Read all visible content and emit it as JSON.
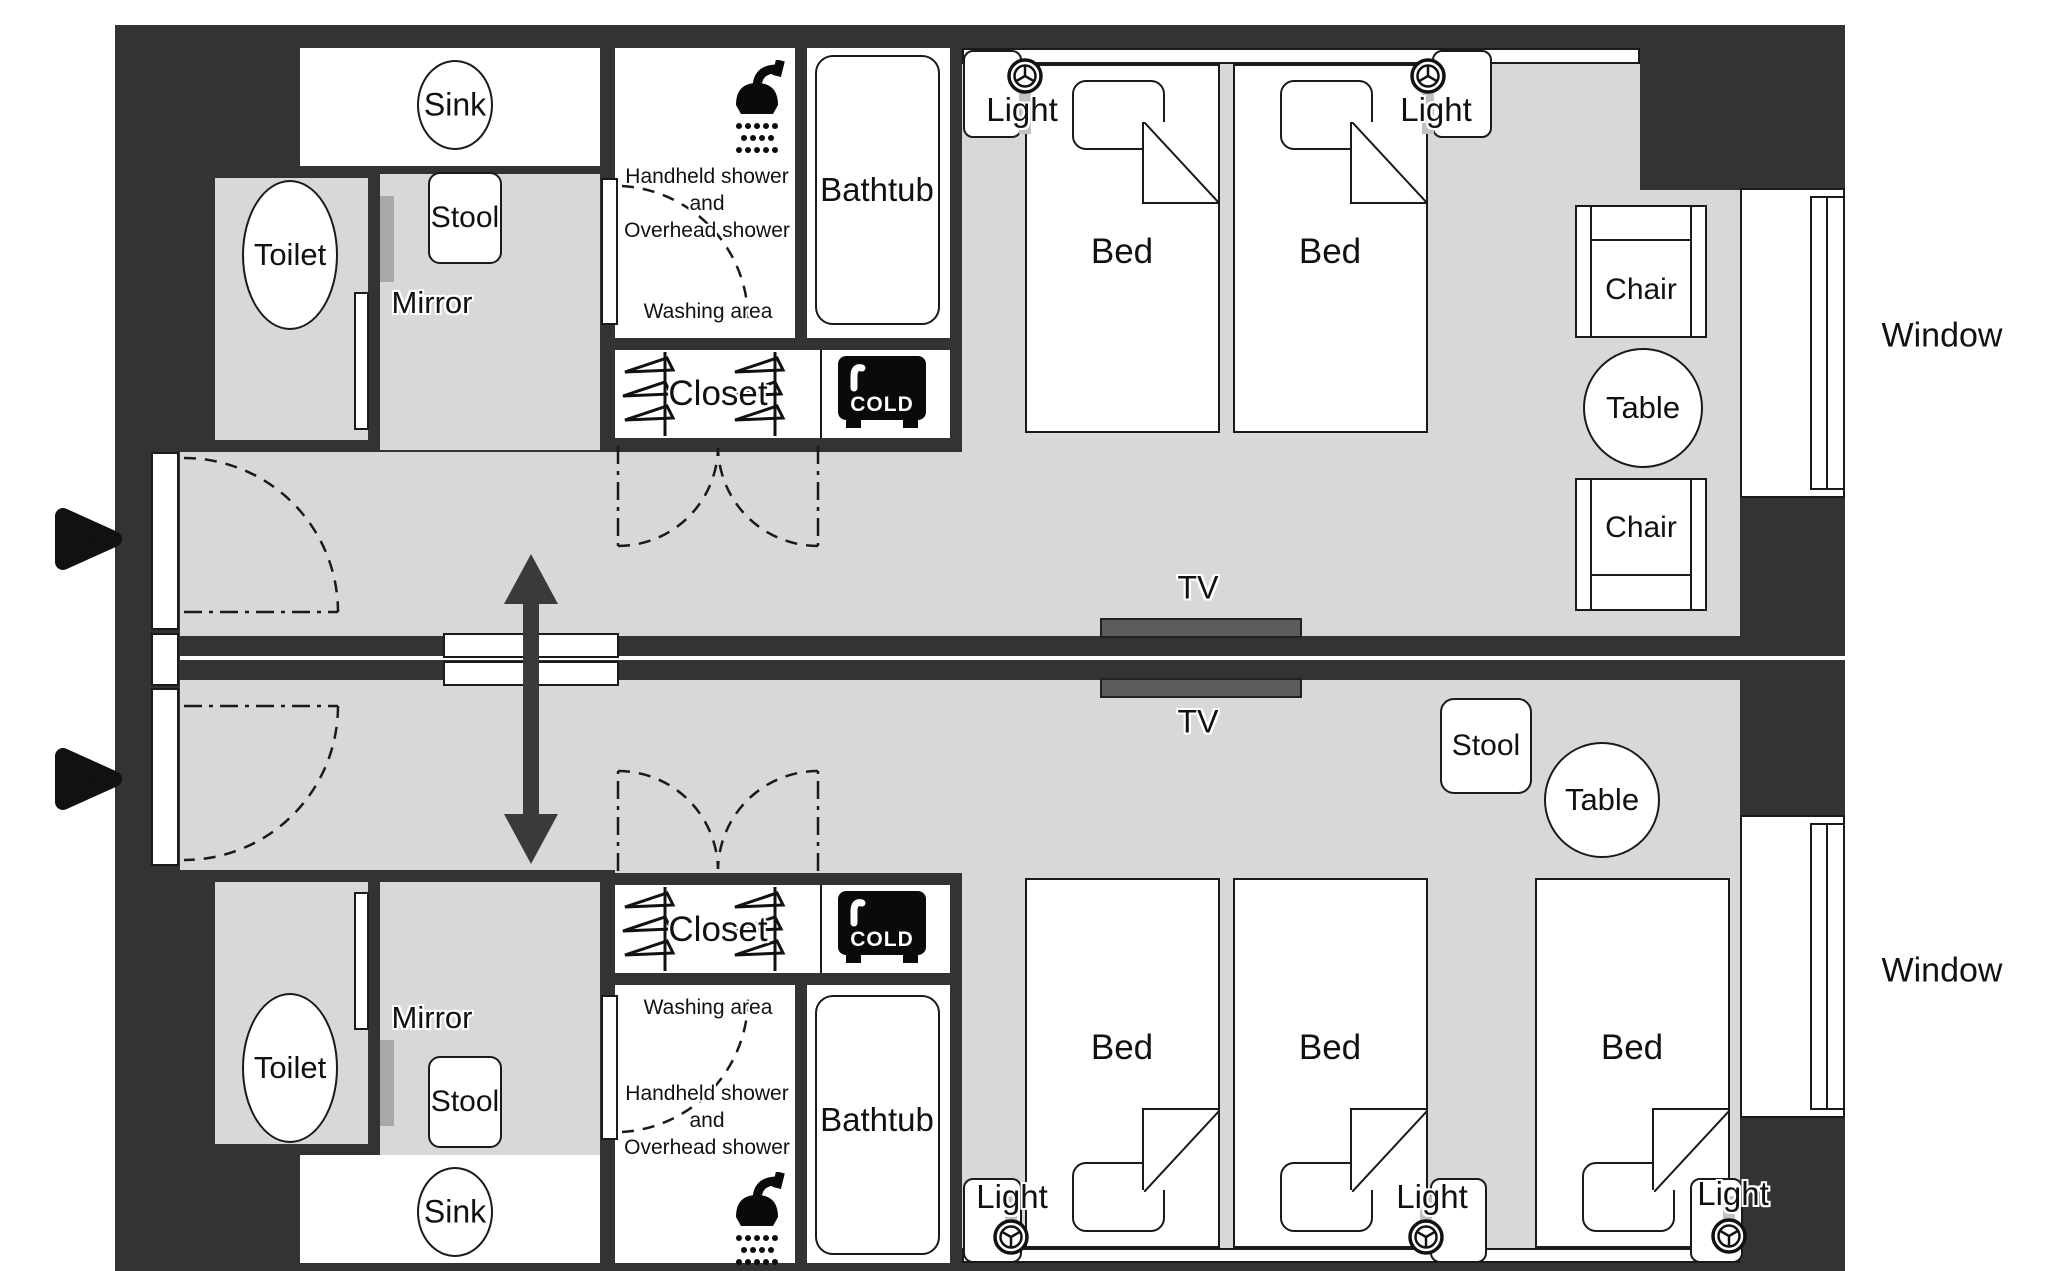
{
  "title": "Connecting twin hotel rooms floor plan",
  "labels": {
    "sink": "Sink",
    "toilet": "Toilet",
    "stool": "Stool",
    "mirror": "Mirror",
    "shower_line1": "Handheld shower",
    "shower_line2": "and",
    "shower_line3": "Overhead shower",
    "washing_area": "Washing area",
    "bathtub": "Bathtub",
    "closet": "Closet",
    "cold": "COLD",
    "light": "Light",
    "bed": "Bed",
    "tv": "TV",
    "chair": "Chair",
    "table": "Table",
    "window": "Window"
  },
  "colors": {
    "wall": "#333333",
    "floor": "#d8d8d8",
    "line": "#1a1a1a",
    "tv_fill": "#5c5c5c",
    "mirror_fill": "#a8a8a8",
    "entrance_arrow": "#111111"
  },
  "rooms": {
    "upper_room": {
      "fixtures": [
        "Sink",
        "Toilet",
        "Stool",
        "Mirror",
        "Washing area",
        "Bathtub",
        "Closet",
        "COLD refrigerator",
        "Bed",
        "Bed",
        "Light",
        "Light",
        "TV",
        "Chair",
        "Chair",
        "Table",
        "Window"
      ]
    },
    "lower_room": {
      "fixtures": [
        "Sink",
        "Toilet",
        "Stool",
        "Mirror",
        "Washing area",
        "Bathtub",
        "Closet",
        "COLD refrigerator",
        "Bed",
        "Bed",
        "Bed",
        "Light",
        "Light",
        "Light",
        "TV",
        "Stool",
        "Table",
        "Window"
      ]
    },
    "connection": "two rooms joined by connecting door in shared center wall with double-headed arrow"
  }
}
